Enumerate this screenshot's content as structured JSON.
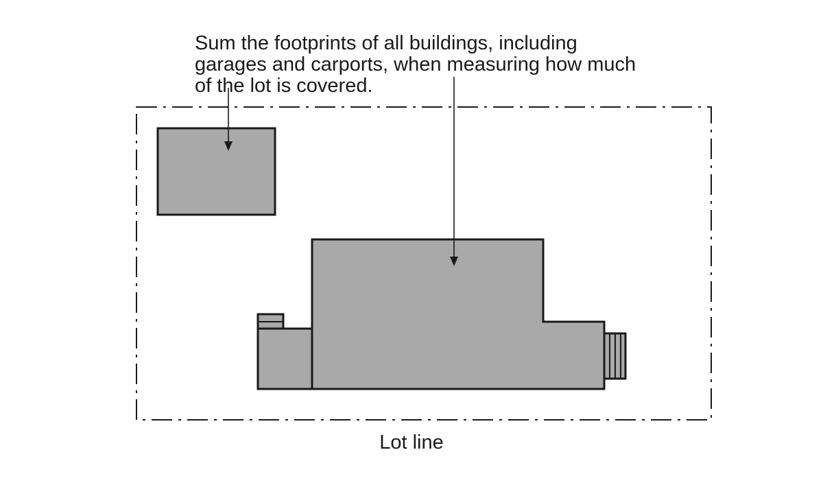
{
  "caption": {
    "lines": [
      "Sum the footprints of all buildings, including",
      "garages and carports, when measuring how much",
      "of the lot is covered."
    ]
  },
  "lot": {
    "label": "Lot line"
  },
  "colors": {
    "building_fill": "#a9a9a9",
    "stroke": "#1a1a1a",
    "background": "#ffffff"
  }
}
